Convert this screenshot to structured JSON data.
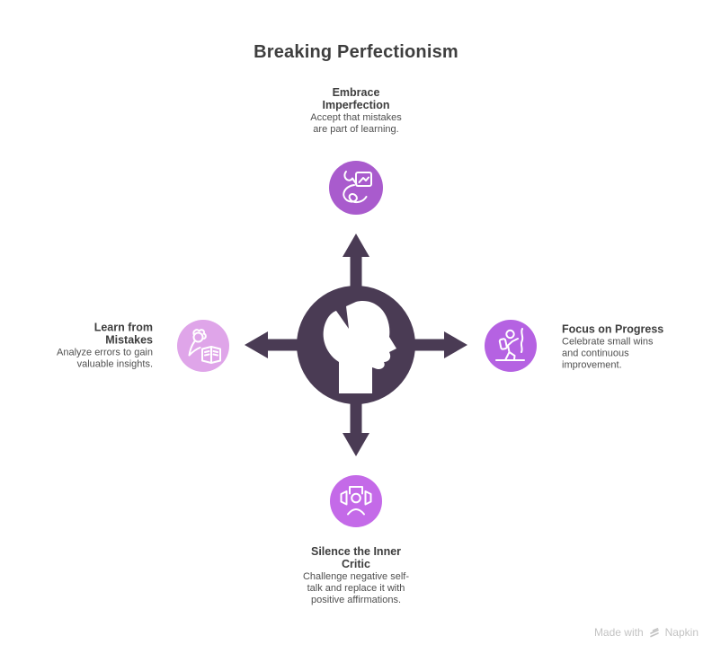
{
  "title": "Breaking Perfectionism",
  "center": {
    "icon": "broken-head-icon",
    "color": "#4a3b54"
  },
  "nodes": {
    "top": {
      "title": "Embrace Imperfection",
      "description": "Accept that mistakes are part of learning.",
      "icon": "painting-icon",
      "color": "#a95bcd"
    },
    "right": {
      "title": "Focus on Progress",
      "description": "Celebrate small wins and continuous improvement.",
      "icon": "climber-icon",
      "color": "#b562e2"
    },
    "bottom": {
      "title": "Silence the Inner Critic",
      "description": "Challenge negative self-talk and replace it with positive affirmations.",
      "icon": "inner-critic-icon",
      "color": "#c46ae8"
    },
    "left": {
      "title": "Learn from Mistakes",
      "description": "Analyze errors to gain valuable insights.",
      "icon": "reading-icon",
      "color": "#dfa5e9"
    }
  },
  "footer": {
    "made_with": "Made with",
    "brand": "Napkin",
    "logo_icon": "napkin-logo-icon",
    "text_color": "#c3c3c3"
  }
}
